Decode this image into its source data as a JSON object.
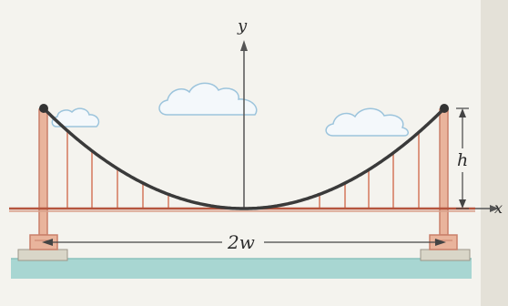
{
  "labels": {
    "y_axis": "y",
    "x_axis": "x",
    "height": "h",
    "span": "2w"
  },
  "colors": {
    "background": "#f4f3ee",
    "cable": "#3a3a3a",
    "tower": "#e9b49c",
    "tower_edge": "#c9806a",
    "hanger": "#d98b73",
    "deck": "#b5553d",
    "axis": "#555555",
    "water": "#a8d6d2",
    "base": "#d9d6c8",
    "cloud_fill": "#f4f8fb",
    "cloud_edge": "#9cc4dc"
  }
}
